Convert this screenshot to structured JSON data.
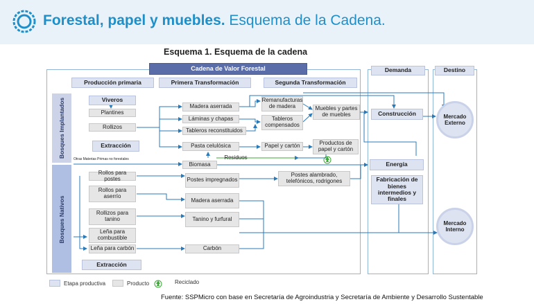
{
  "header": {
    "title_bold": "Forestal, papel y muebles.",
    "title_rest": " Esquema de la Cadena."
  },
  "scheme_title": "Esquema 1. Esquema de la cadena",
  "stages": {
    "cadena": "Cadena de Valor Forestal",
    "primaria": "Producción primaria",
    "primera": "Primera Transformación",
    "segunda": "Segunda Transformación",
    "demanda": "Demanda",
    "destino": "Destino"
  },
  "side_labels": {
    "implantados": "Bosques Implantados",
    "nativos": "Bosques Nativos"
  },
  "primaria": {
    "viveros": "Viveros",
    "plantines": "Plantines",
    "rollizos": "Rollizos",
    "extraccion_top": "Extracción",
    "otras_materias": "Otras Materias Primas no forestales",
    "rollos_postes": "Rollos para postes",
    "rollos_aserrio": "Rollos para aserrío",
    "rollizos_tanino": "Rollizos para tanino",
    "lena_combustible": "Leña para combustible",
    "lena_carbon": "Leña para carbón",
    "extraccion_bottom": "Extracción"
  },
  "primera": {
    "madera_aserrada": "Madera aserrada",
    "laminas": "Láminas y chapas",
    "tableros_reconstituidos": "Tableros reconstituidos",
    "pasta": "Pasta celulósica",
    "residuos": "Residuos",
    "biomasa": "Biomasa",
    "postes_impregnados": "Postes impregnados",
    "madera_aserrada_nat": "Madera aserrada",
    "tanino": "Tanino y furfural",
    "carbon": "Carbón"
  },
  "segunda": {
    "remanufacturas": "Remanufacturas de madera",
    "tableros_compensados": "Tableros compensados",
    "muebles": "Muebles y partes de muebles",
    "papel": "Papel y cartón",
    "productos_papel": "Productos de papel y cartón",
    "postes_alambrado": "Postes alambrado, telefónicos, rodrigones"
  },
  "demanda": {
    "construccion": "Construcción",
    "energia": "Energía",
    "fabricacion": "Fabricación de bienes intermedios y finales"
  },
  "destino": {
    "externo": "Mercado Externo",
    "interno": "Mercado Interno"
  },
  "legend": {
    "etapa": "Etapa productiva",
    "producto": "Producto",
    "reciclado": "Reciclado"
  },
  "source": "Fuente: SSPMicro con base en Secretaría de  Agroindustria y Secretaría de Ambiente y Desarrollo Sustentable",
  "colors": {
    "accent": "#1f8fc9",
    "stage": "#dde3f1",
    "stage_dark": "#5a6da8",
    "product": "#e6e6e6",
    "recycle": "#3aaa35",
    "arrow": "#2a7ab8"
  }
}
